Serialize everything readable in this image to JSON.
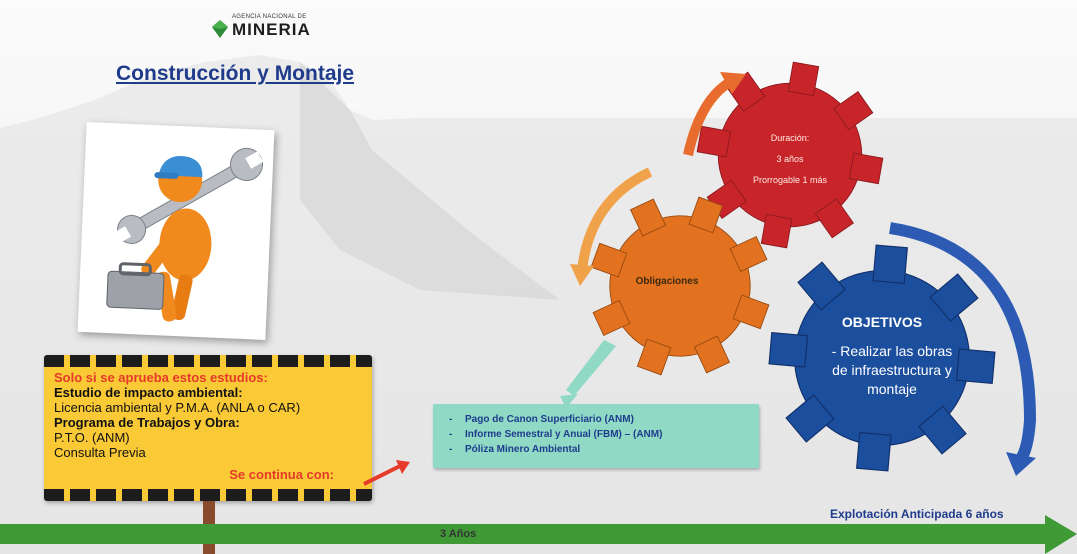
{
  "logo": {
    "small": "AGENCIA NACIONAL DE",
    "big": "MINERIA"
  },
  "title": "Construcción y Montaje",
  "sign": {
    "line1": "Solo si se aprueba estos estudios:",
    "line2": "Estudio de impacto ambiental:",
    "line3": "Licencia ambiental y P.M.A. (ANLA o CAR)",
    "line4": "Programa de Trabajos y Obra:",
    "line5": "P.T.O. (ANM)",
    "line6": "Consulta Previa",
    "continue": "Se continua con:"
  },
  "gears": {
    "red": {
      "title": "Duración:",
      "line1": "3 años",
      "line2": "Prorrogable 1 más"
    },
    "orange": {
      "label": "Obligaciones"
    },
    "blue": {
      "title": "OBJETIVOS",
      "body": "- Realizar las obras de infraestructura y montaje"
    }
  },
  "obligations": [
    "Pago de Canon Superficiario (ANM)",
    "Informe Semestral y Anual (FBM) – (ANM)",
    "Póliza Minero Ambiental"
  ],
  "timeline": {
    "label": "3 Años",
    "next": "Explotación Anticipada 6 años"
  },
  "colors": {
    "title": "#1f3c8c",
    "red_gear": "#c8252b",
    "orange_gear": "#e2721f",
    "blue_gear": "#1c4e9e",
    "sign": "#f9c936",
    "arrow": "#3f9a35",
    "obligations_box": "#8fd9c5"
  }
}
